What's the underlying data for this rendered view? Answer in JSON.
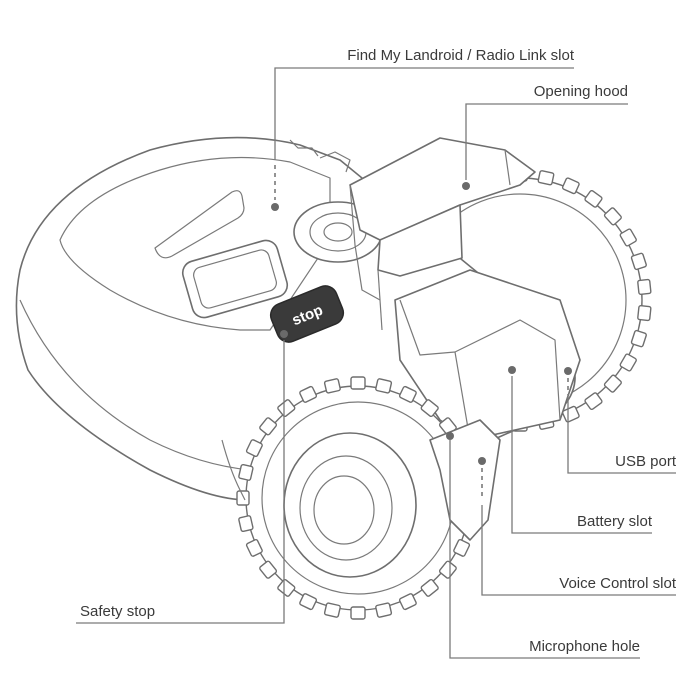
{
  "title": "Landroid robotic mower component diagram",
  "button_text": "stop",
  "labels": {
    "find_my_landroid": "Find My Landroid / Radio Link slot",
    "opening_hood": "Opening hood",
    "usb_port": "USB port",
    "battery_slot": "Battery slot",
    "voice_control_slot": "Voice Control slot",
    "microphone_hole": "Microphone hole",
    "safety_stop": "Safety stop"
  },
  "colors": {
    "line": "#7a7a7a",
    "text": "#3a3a3a",
    "outline": "#6e6e6e"
  }
}
